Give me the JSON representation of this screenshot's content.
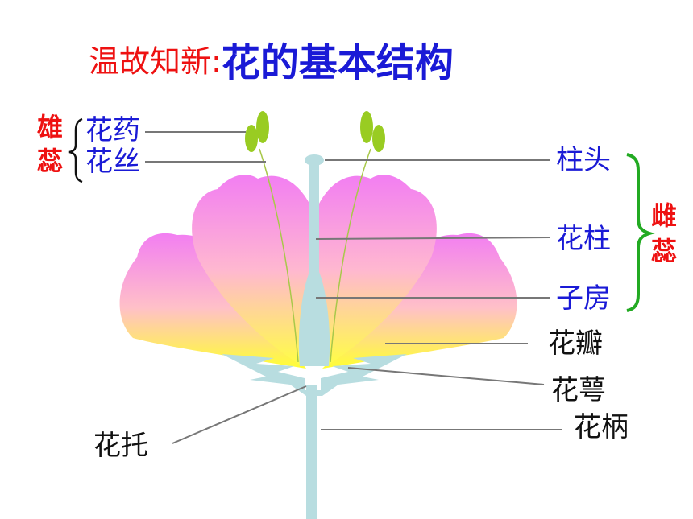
{
  "title": {
    "prefix": "温故知新:",
    "main": "花的基本结构"
  },
  "stamen": {
    "group": [
      "雄",
      "蕊"
    ],
    "parts": [
      "花药",
      "花丝"
    ]
  },
  "pistil": {
    "group": [
      "雌",
      "蕊"
    ],
    "parts": [
      "柱头",
      "花柱",
      "子房"
    ]
  },
  "other_parts": {
    "petal": "花瓣",
    "sepal": "花萼",
    "pedicel": "花柄",
    "receptacle": "花托"
  },
  "colors": {
    "title_prefix": "#ee1111",
    "title_main": "#1a1ad6",
    "pistil_bracket": "#22aa22",
    "petal_top": "#f080f0",
    "petal_bottom": "#ffff33",
    "stem": "#b8dde0",
    "anther": "#99cc22"
  }
}
